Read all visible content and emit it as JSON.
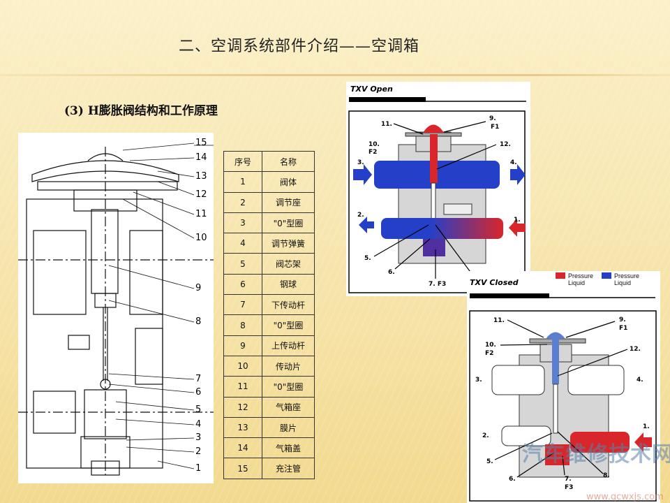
{
  "title": "二、空调系统部件介绍——空调箱",
  "subtitle": "(3) H膨胀阀结构和工作原理",
  "drawing_labels": [
    "15",
    "14",
    "13",
    "12",
    "11",
    "10",
    "9",
    "8",
    "7",
    "6",
    "5",
    "4",
    "3",
    "2",
    "1"
  ],
  "table": {
    "headers": [
      "序号",
      "名称"
    ],
    "rows": [
      [
        "1",
        "阀体"
      ],
      [
        "2",
        "调节座"
      ],
      [
        "3",
        "\"0\"型圈"
      ],
      [
        "4",
        "调节弹簧"
      ],
      [
        "5",
        "阀芯架"
      ],
      [
        "6",
        "钢球"
      ],
      [
        "7",
        "下传动杆"
      ],
      [
        "8",
        "\"0\"型圈"
      ],
      [
        "9",
        "上传动杆"
      ],
      [
        "10",
        "传动片"
      ],
      [
        "11",
        "\"0\"型圈"
      ],
      [
        "12",
        "气箱座"
      ],
      [
        "13",
        "膜片"
      ],
      [
        "14",
        "气箱盖"
      ],
      [
        "15",
        "充注管"
      ]
    ]
  },
  "txv_open": {
    "title": "TXV Open",
    "labels": {
      "l11": "11.",
      "l9": "9.",
      "f1": "F1",
      "l10": "10.",
      "f2": "F2",
      "l12": "12.",
      "l3": "3.",
      "l4": "4.",
      "l2": "2.",
      "l1": "1.",
      "l5": "5.",
      "l6": "6.",
      "l7": "7. F3"
    }
  },
  "txv_closed": {
    "title": "TXV Closed",
    "legend_high": "Pressure Liquid",
    "legend_low": "Pressure Liquid",
    "labels": {
      "l11": "11.",
      "l9": "9.",
      "f1": "F1",
      "l10": "10.",
      "f2": "F2",
      "l12": "12.",
      "l3": "3.",
      "l4": "4.",
      "l2": "2.",
      "l1": "1.",
      "l5": "5.",
      "l6": "6.",
      "l7": "7.",
      "f3": "F3",
      "l8": "8."
    }
  },
  "watermark": {
    "text": "汽车维修技术网",
    "url": "www.qcwxjs.com"
  },
  "colors": {
    "blue": "#2440c8",
    "red": "#d8262a",
    "body": "#d6d6d6"
  }
}
